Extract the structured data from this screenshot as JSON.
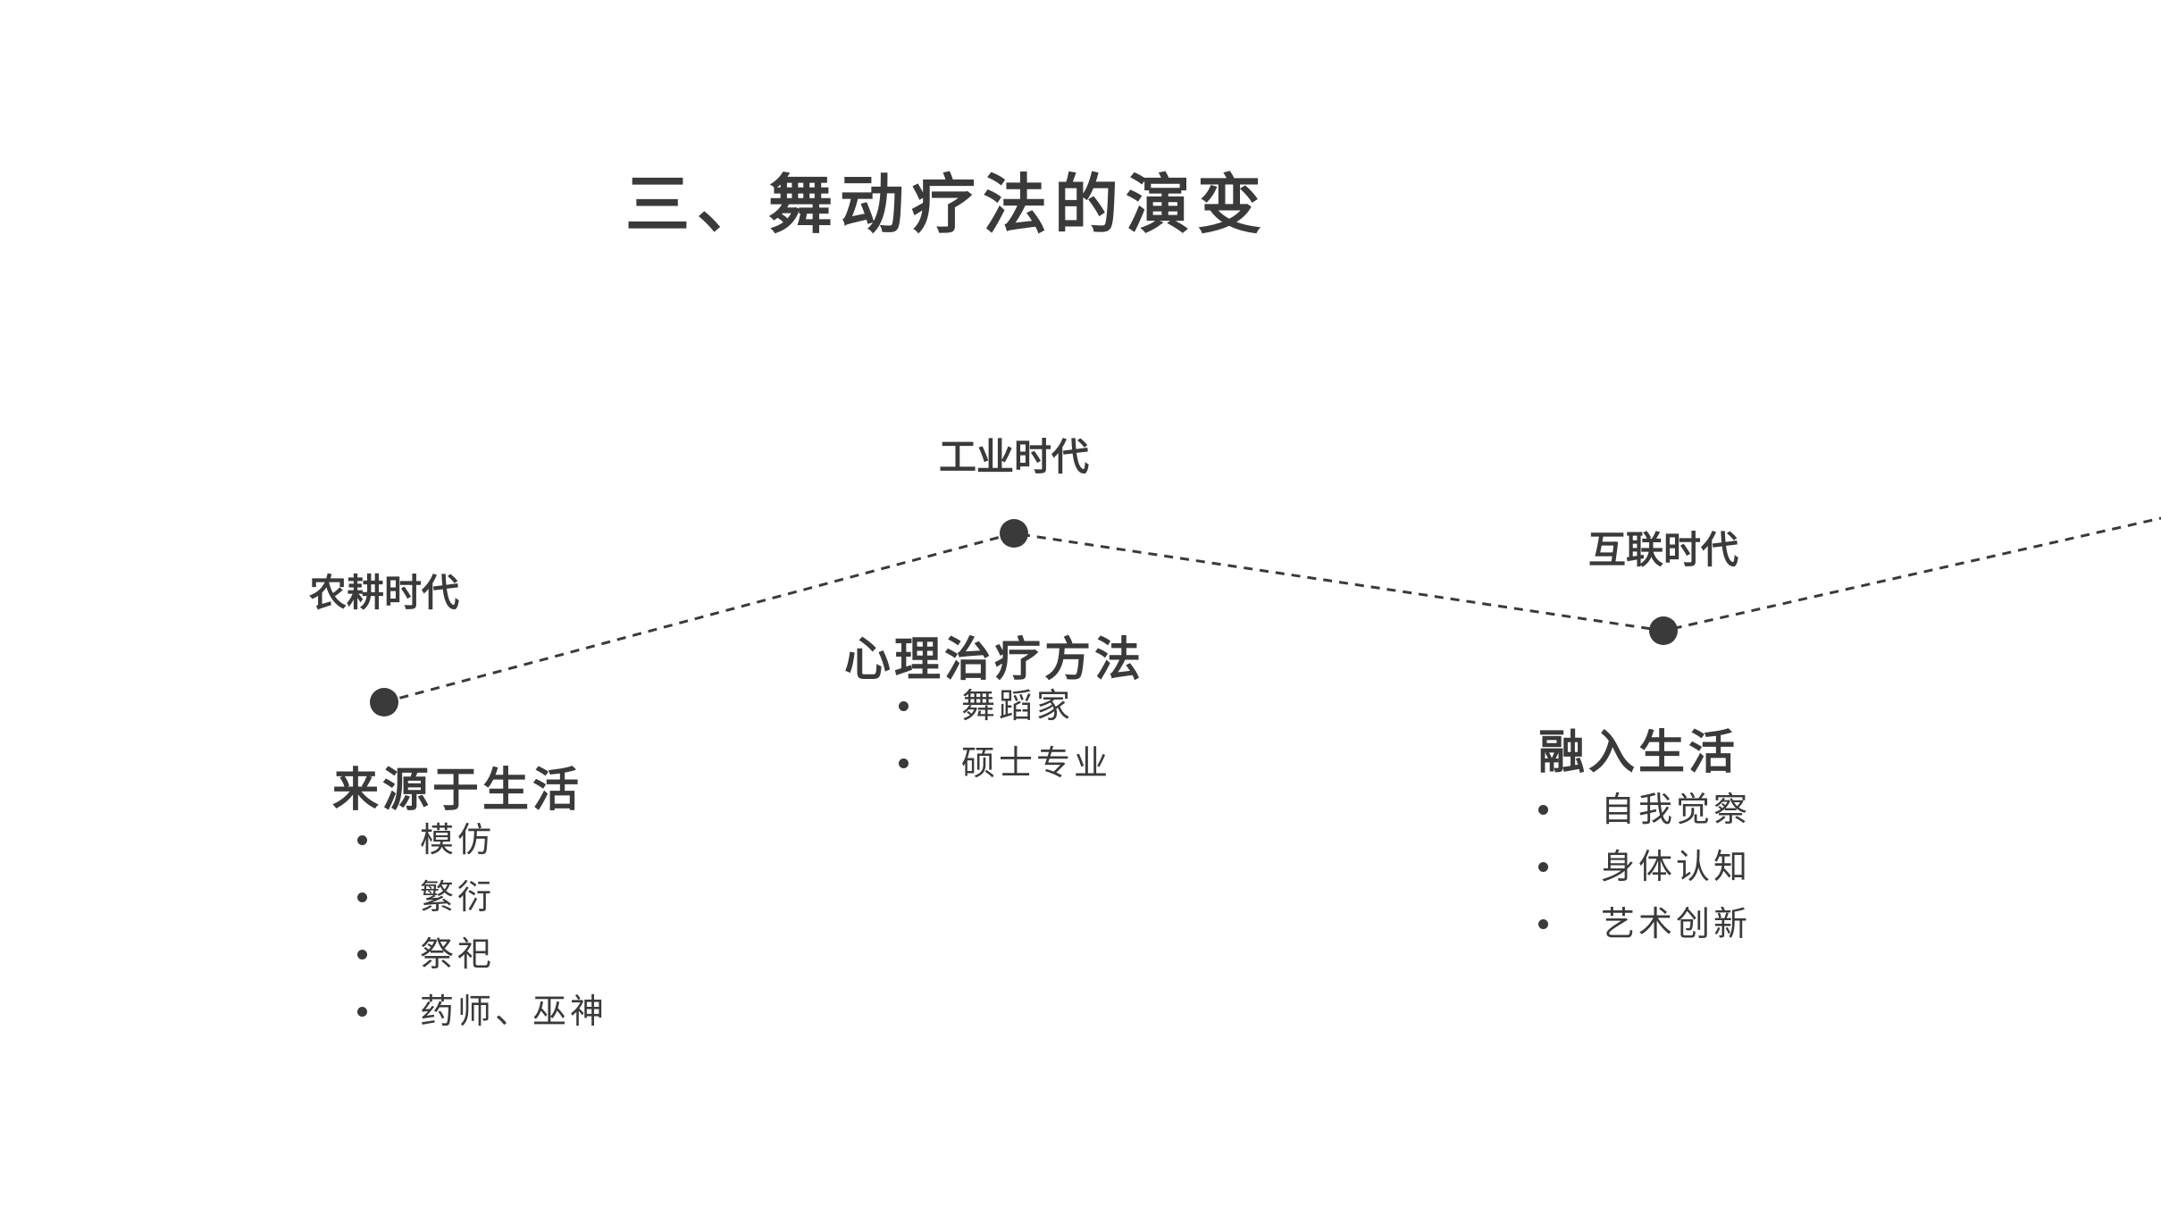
{
  "title": "三、舞动疗法的演变",
  "colors": {
    "ink": "#3a3a3a",
    "background": "#ffffff"
  },
  "eras": [
    {
      "label": "农耕时代",
      "heading": "来源于生活",
      "items": [
        "模仿",
        "繁衍",
        "祭祀",
        "药师、巫神"
      ]
    },
    {
      "label": "工业时代",
      "heading": "心理治疗方法",
      "items": [
        "舞蹈家",
        "硕士专业"
      ]
    },
    {
      "label": "互联时代",
      "heading": "融入生活",
      "items": [
        "自我觉察",
        "身体认知",
        "艺术创新"
      ]
    }
  ]
}
